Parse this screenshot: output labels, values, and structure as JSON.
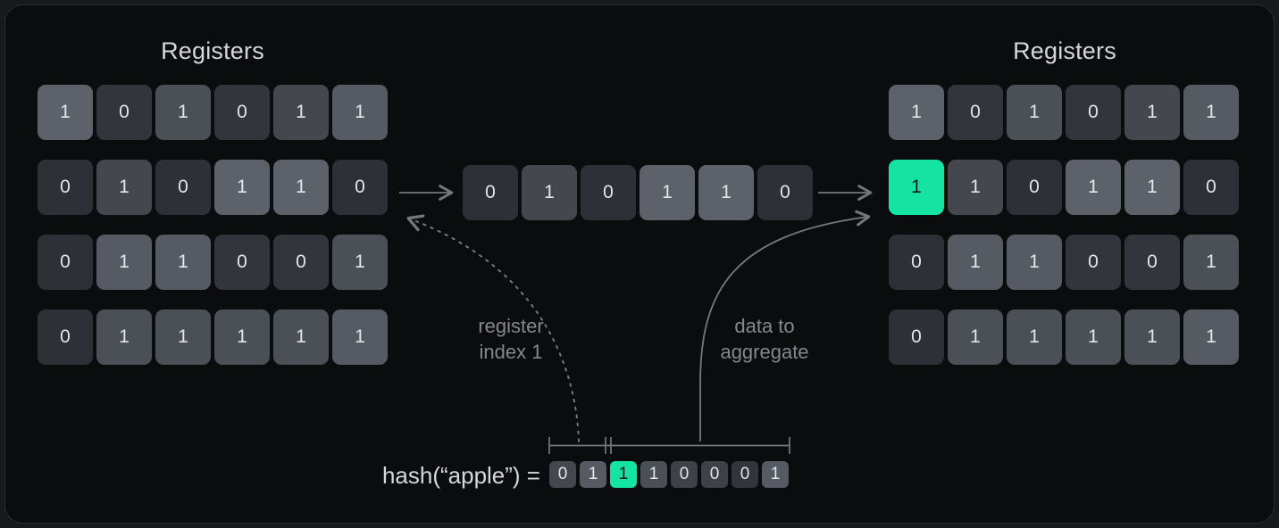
{
  "accent_color": "#14e3a1",
  "line_color": "#74777c",
  "left_panel": {
    "title": "Registers",
    "rows": [
      [
        {
          "v": "1",
          "s": "g6"
        },
        {
          "v": "0",
          "s": "g1"
        },
        {
          "v": "1",
          "s": "g4"
        },
        {
          "v": "0",
          "s": "g1"
        },
        {
          "v": "1",
          "s": "g3"
        },
        {
          "v": "1",
          "s": "g5"
        }
      ],
      [
        {
          "v": "0",
          "s": "g0"
        },
        {
          "v": "1",
          "s": "g3"
        },
        {
          "v": "0",
          "s": "g0"
        },
        {
          "v": "1",
          "s": "g6"
        },
        {
          "v": "1",
          "s": "g6"
        },
        {
          "v": "0",
          "s": "g0"
        }
      ],
      [
        {
          "v": "0",
          "s": "g0"
        },
        {
          "v": "1",
          "s": "g5"
        },
        {
          "v": "1",
          "s": "g5"
        },
        {
          "v": "0",
          "s": "g1"
        },
        {
          "v": "0",
          "s": "g1"
        },
        {
          "v": "1",
          "s": "g4"
        }
      ],
      [
        {
          "v": "0",
          "s": "g0"
        },
        {
          "v": "1",
          "s": "g4"
        },
        {
          "v": "1",
          "s": "g4"
        },
        {
          "v": "1",
          "s": "g4"
        },
        {
          "v": "1",
          "s": "g4"
        },
        {
          "v": "1",
          "s": "g5"
        }
      ]
    ]
  },
  "middle_row": {
    "rows": [
      [
        {
          "v": "0",
          "s": "g0"
        },
        {
          "v": "1",
          "s": "g3"
        },
        {
          "v": "0",
          "s": "g0"
        },
        {
          "v": "1",
          "s": "g6"
        },
        {
          "v": "1",
          "s": "g6"
        },
        {
          "v": "0",
          "s": "g0"
        }
      ]
    ]
  },
  "right_panel": {
    "title": "Registers",
    "rows": [
      [
        {
          "v": "1",
          "s": "g6"
        },
        {
          "v": "0",
          "s": "g1"
        },
        {
          "v": "1",
          "s": "g4"
        },
        {
          "v": "0",
          "s": "g1"
        },
        {
          "v": "1",
          "s": "g3"
        },
        {
          "v": "1",
          "s": "g5"
        }
      ],
      [
        {
          "v": "1",
          "s": "green"
        },
        {
          "v": "1",
          "s": "g3"
        },
        {
          "v": "0",
          "s": "g0"
        },
        {
          "v": "1",
          "s": "g6"
        },
        {
          "v": "1",
          "s": "g6"
        },
        {
          "v": "0",
          "s": "g0"
        }
      ],
      [
        {
          "v": "0",
          "s": "g0"
        },
        {
          "v": "1",
          "s": "g5"
        },
        {
          "v": "1",
          "s": "g5"
        },
        {
          "v": "0",
          "s": "g1"
        },
        {
          "v": "0",
          "s": "g1"
        },
        {
          "v": "1",
          "s": "g4"
        }
      ],
      [
        {
          "v": "0",
          "s": "g0"
        },
        {
          "v": "1",
          "s": "g4"
        },
        {
          "v": "1",
          "s": "g4"
        },
        {
          "v": "1",
          "s": "g4"
        },
        {
          "v": "1",
          "s": "g4"
        },
        {
          "v": "1",
          "s": "g5"
        }
      ]
    ]
  },
  "labels": {
    "register_index": [
      "register",
      "index 1"
    ],
    "data_aggregate": [
      "data to",
      "aggregate"
    ]
  },
  "hash": {
    "label": "hash(“apple”) =",
    "rows": [
      [
        {
          "v": "0",
          "s": "g3"
        },
        {
          "v": "1",
          "s": "g5"
        },
        {
          "v": "1",
          "s": "green"
        },
        {
          "v": "1",
          "s": "g4"
        },
        {
          "v": "0",
          "s": "g2"
        },
        {
          "v": "0",
          "s": "g2"
        },
        {
          "v": "0",
          "s": "g1"
        },
        {
          "v": "1",
          "s": "g5"
        }
      ]
    ]
  }
}
